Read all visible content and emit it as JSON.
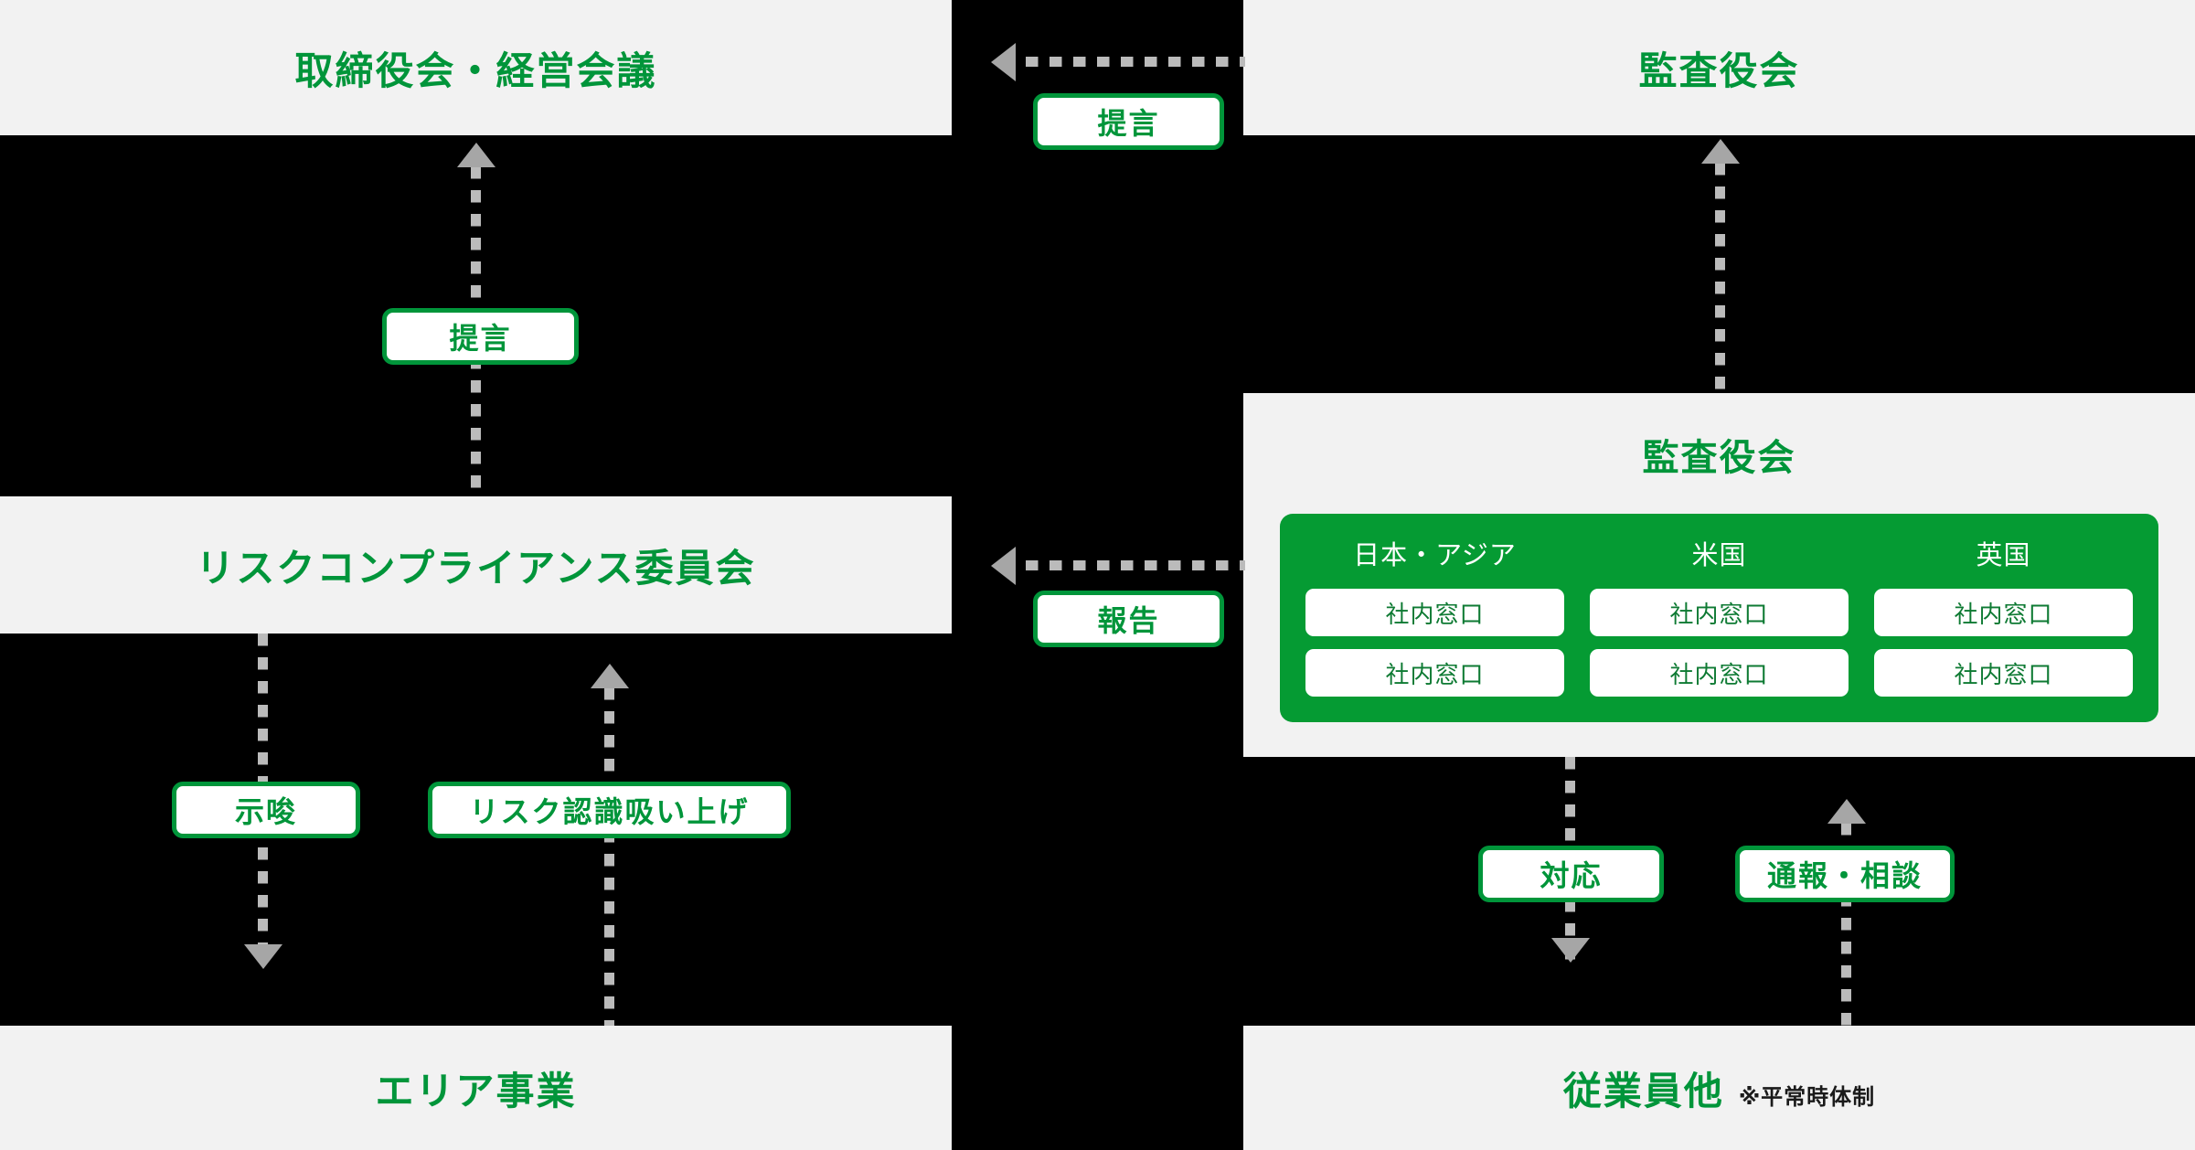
{
  "diagram": {
    "title": "Risk & Compliance Governance Structure",
    "accent_green": "#00953A",
    "card_green": "#059B33",
    "panel_bg": "#F2F2F2",
    "line_gray": "#BBBBBB",
    "arrow_gray": "#A6A6A6",
    "background": "#000000"
  },
  "panels": {
    "board": {
      "title": "取締役会・経営会議"
    },
    "risk": {
      "title": "リスクコンプライアンス委員会"
    },
    "area": {
      "title": "エリア事業"
    },
    "audit_top": {
      "title": "監査役会"
    },
    "audit_main": {
      "heading": "監査役会",
      "regions": [
        {
          "name": "日本・アジア",
          "windows": [
            "社内窓口",
            "社内窓口"
          ]
        },
        {
          "name": "米国",
          "windows": [
            "社内窓口",
            "社内窓口"
          ]
        },
        {
          "name": "英国",
          "windows": [
            "社内窓口",
            "社内窓口"
          ]
        }
      ]
    },
    "employee": {
      "title": "従業員他",
      "note": "※平常時体制"
    }
  },
  "flow_labels": {
    "suggestion_to_board": "提言",
    "suggestion_to_audit": "提言",
    "report": "報告",
    "implication": "示唆",
    "risk_pickup": "リスク認識吸い上げ",
    "response": "対応",
    "whistleblow": "通報・相談"
  }
}
